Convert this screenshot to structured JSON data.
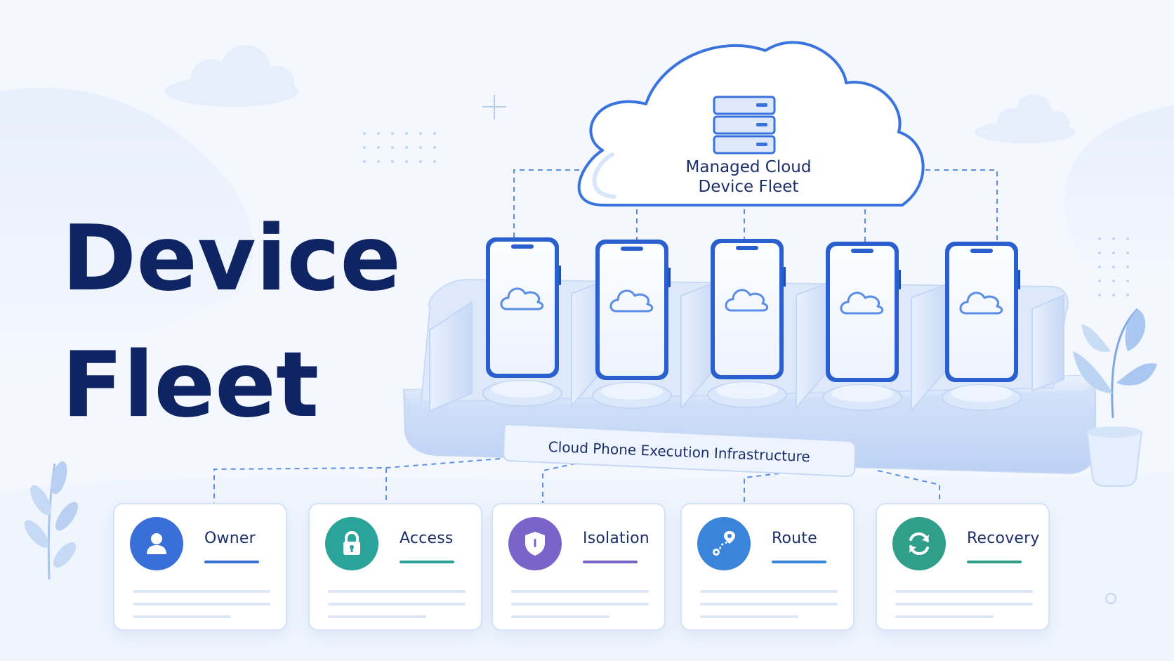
{
  "title": {
    "line1": "Device",
    "line2": "Fleet"
  },
  "cloud": {
    "label_line1": "Managed Cloud",
    "label_line2": "Device Fleet"
  },
  "infrastructure": {
    "label": "Cloud Phone Execution Infrastructure"
  },
  "cards": [
    {
      "label": "Owner",
      "icon": "user-icon",
      "color": "#3b6fd8"
    },
    {
      "label": "Access",
      "icon": "lock-icon",
      "color": "#2aa39b"
    },
    {
      "label": "Isolation",
      "icon": "shield-icon",
      "color": "#7a64c9"
    },
    {
      "label": "Route",
      "icon": "route-icon",
      "color": "#3a84d9"
    },
    {
      "label": "Recovery",
      "icon": "sync-icon",
      "color": "#2f9f8a"
    }
  ],
  "colors": {
    "title": "#0f2463",
    "accent": "#3f72e0",
    "panel": "#e3edfc",
    "background": "#f4f8fe"
  }
}
